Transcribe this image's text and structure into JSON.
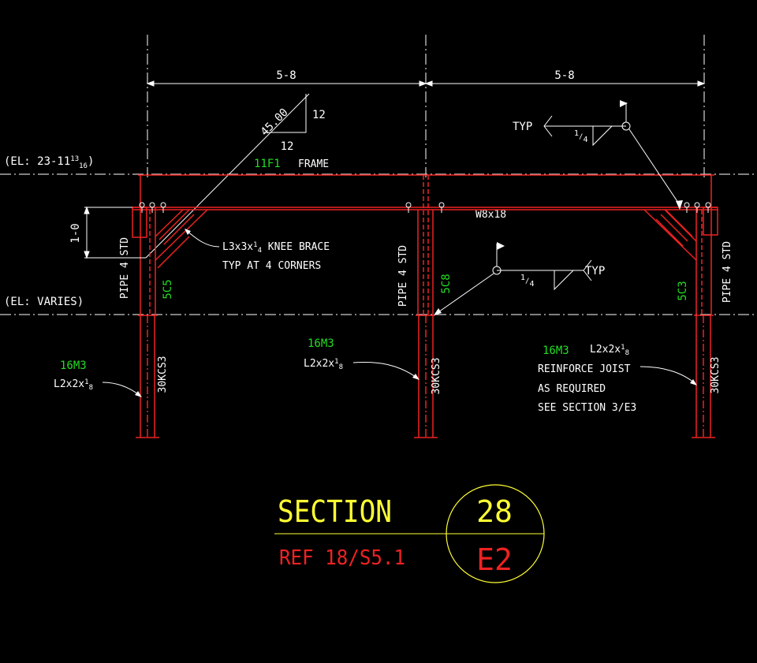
{
  "colors": {
    "background": "#000000",
    "frame": "#ee2222",
    "annotation": "#ffffff",
    "member_mark": "#22dd22",
    "title": "#ffff33"
  },
  "dimensions": {
    "left_span": "5-8",
    "right_span": "5-8",
    "height": "1-0",
    "slope_angle": "45.00",
    "slope_rise": "12",
    "slope_run": "12"
  },
  "elevations": {
    "top_prefix": "(EL: 23-11",
    "top_frac_num": "13",
    "top_frac_den": "16",
    "top_suffix": ")",
    "bottom": "(EL: VARIES)"
  },
  "frame": {
    "mark": "11F1",
    "label": "FRAME",
    "beam": "W8x18"
  },
  "knee_brace": {
    "line1_a": "L3x3x",
    "line1_num": "1",
    "line1_den": "4",
    "line1_b": " KNEE BRACE",
    "line2": "TYP AT 4 CORNERS"
  },
  "weld_top": {
    "typ": "TYP",
    "frac_num": "1",
    "frac_den": "4"
  },
  "weld_mid": {
    "typ": "TYP",
    "frac_num": "1",
    "frac_den": "4"
  },
  "columns": {
    "left": {
      "pipe": "PIPE 4 STD",
      "mark": "5C5"
    },
    "middle": {
      "pipe": "PIPE 4 STD",
      "mark": "5C8"
    },
    "right": {
      "pipe": "PIPE 4 STD",
      "mark": "5C3"
    }
  },
  "joists": {
    "left": {
      "mark": "16M3",
      "angle_a": "L2x2x",
      "angle_num": "1",
      "angle_den": "8",
      "joist": "30KCS3"
    },
    "middle": {
      "mark": "16M3",
      "angle_a": "L2x2x",
      "angle_num": "1",
      "angle_den": "8",
      "joist": "30KCS3"
    },
    "right": {
      "mark": "16M3",
      "angle_a": "L2x2x",
      "angle_num": "1",
      "angle_den": "8",
      "joist": "30KCS3",
      "note1": "REINFORCE JOIST",
      "note2": "AS REQUIRED",
      "note3": "SEE SECTION 3/E3"
    }
  },
  "title_block": {
    "title": "SECTION",
    "reference": "REF 18/S5.1",
    "number": "28",
    "sheet": "E2"
  }
}
